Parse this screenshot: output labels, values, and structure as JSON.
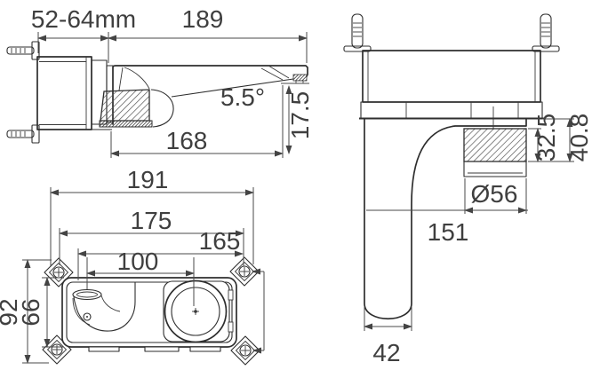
{
  "views": {
    "side_view": {
      "wall_thickness_range": "52-64mm",
      "spout_reach": "189",
      "spout_angle": "5.5°",
      "spout_length": "168",
      "outlet_drop": "17.5"
    },
    "plan_view": {
      "handle_height": "32.5",
      "handle_total_depth": "40.8",
      "handle_diameter": "Ø56",
      "body_length": "151",
      "spout_width": "42"
    },
    "front_view": {
      "overall_width": "191",
      "screw_spacing": "175",
      "body_width": "165",
      "port_spacing": "100",
      "overall_height": "92",
      "body_height": "66"
    }
  },
  "colors": {
    "line": "#2e2e2e",
    "dimension_line": "#4a4a4a",
    "text": "#3f3f3f",
    "background": "#ffffff"
  }
}
